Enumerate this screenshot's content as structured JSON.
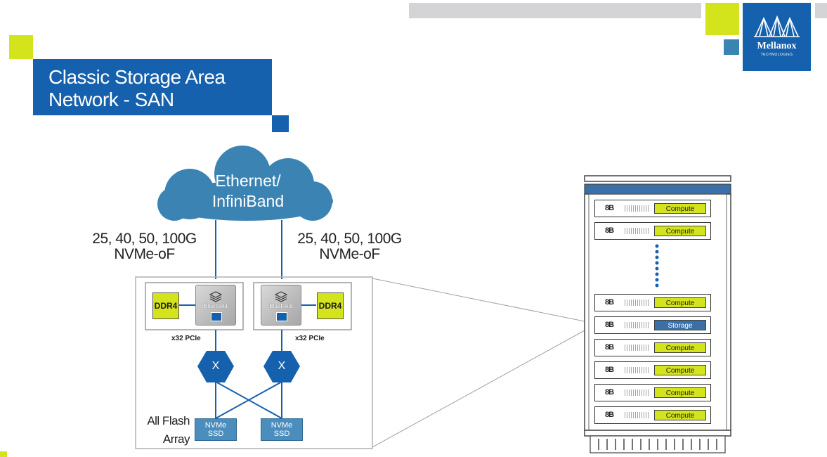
{
  "title": {
    "line1": "Classic Storage Area",
    "line2": "Network - SAN"
  },
  "logo": {
    "name": "Mellanox",
    "sub": "TECHNOLOGIES"
  },
  "cloud": {
    "line1": "Ethernet/",
    "line2": "InfiniBand"
  },
  "left_link": {
    "speed": "25, 40, 50, 100G",
    "protocol": "NVMe-oF"
  },
  "right_link": {
    "speed": "25, 40, 50, 100G",
    "protocol": "NVMe-oF"
  },
  "nodes": {
    "ddr_left": "DDR4",
    "ddr_right": "DDR4",
    "chip_left": "BlueField",
    "chip_right": "BlueField",
    "pcie_left": "x32 PCIe",
    "pcie_right": "x32 PCIe",
    "switch_left": "X",
    "switch_right": "X",
    "ssd_left": {
      "line1": "NVMe",
      "line2": "SSD"
    },
    "ssd_right": {
      "line1": "NVMe",
      "line2": "SSD"
    },
    "array_label": {
      "line1": "All Flash",
      "line2": "Array"
    }
  },
  "rack": {
    "slots": [
      {
        "label": "Compute",
        "kind": "compute"
      },
      {
        "label": "Compute",
        "kind": "compute"
      },
      {
        "label": "Compute",
        "kind": "compute"
      },
      {
        "label": "Storage",
        "kind": "storage"
      },
      {
        "label": "Compute",
        "kind": "compute"
      },
      {
        "label": "Compute",
        "kind": "compute"
      },
      {
        "label": "Compute",
        "kind": "compute"
      },
      {
        "label": "Compute",
        "kind": "compute"
      }
    ],
    "handle_glyph": "8B",
    "colors": {
      "compute": "#d4e41c",
      "storage": "#3a6fa8"
    }
  },
  "colors": {
    "brand_blue": "#1561ad",
    "accent_green": "#d4e41c",
    "cloud": "#3a83b3",
    "switch": "#1561ad"
  }
}
